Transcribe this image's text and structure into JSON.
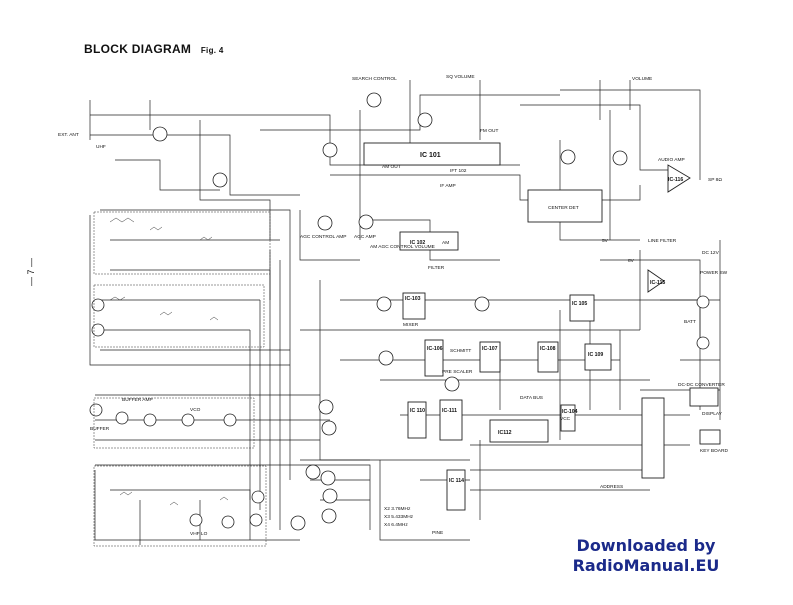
{
  "header": {
    "title": "BLOCK DIAGRAM",
    "fig": "Fig. 4"
  },
  "page_number": "— 7 —",
  "watermark": {
    "line1": "Downloaded by",
    "line2": "RadioManual.EU"
  },
  "ic_blocks": [
    {
      "id": "ic101",
      "label": "IC 101"
    },
    {
      "id": "ic102",
      "label": "IC 102"
    },
    {
      "id": "ic103",
      "label": "IC-103"
    },
    {
      "id": "ic104",
      "label": "IC-104"
    },
    {
      "id": "ic105",
      "label": "IC 105"
    },
    {
      "id": "ic106",
      "label": "IC-106"
    },
    {
      "id": "ic107",
      "label": "IC-107"
    },
    {
      "id": "ic108",
      "label": "IC-108"
    },
    {
      "id": "ic109",
      "label": "IC 109"
    },
    {
      "id": "ic110",
      "label": "IC 110"
    },
    {
      "id": "ic111",
      "label": "IC-111"
    },
    {
      "id": "ic112",
      "label": "IC112"
    },
    {
      "id": "ic114",
      "label": "IC 114"
    },
    {
      "id": "ic115",
      "label": "IC-115"
    },
    {
      "id": "ic116",
      "label": "IC-116"
    }
  ],
  "labels": {
    "ext_ant": "EXT. ANT",
    "search_control": "SEARCH CONTROL",
    "sq_volume": "SQ VOLUME",
    "volume": "VOLUME",
    "fm_out": "FM OUT",
    "am_out": "AM OUT",
    "ift_102": "IFT 102",
    "if_amp": "IF AMP",
    "am": "AM",
    "agc_control_amp": "AGC CONTROL AMP",
    "agc_amp": "AGC AMP",
    "am_agc_control_volume": "AM AGC CONTROL VOLUME",
    "filter": "FILTER",
    "audio_amp": "AUDIO AMP",
    "sp": "SP 8Ω",
    "vhf_lo": "VHF LO",
    "uhf": "UHF",
    "buffer": "BUFFER",
    "buffer_amp": "BUFFER AMP",
    "vco": "VCO",
    "mixer": "MIXER",
    "schmitt": "SCHMITT",
    "prescaler": "PRE SCALER",
    "dc_input": "DC 12V",
    "power_sw": "POWER SW",
    "batt": "BATT",
    "data_bus": "DATA BUS",
    "address": "ADDRESS",
    "dc_dc_converter": "DC-DC CONVERTER",
    "key_board": "KEY BOARD",
    "display": "DISPLAY",
    "reg_5v": "5V",
    "reg_8v": "8V",
    "x2": "X2 3.76MHz",
    "x3": "X3 5.433MHz",
    "x4": "X4 6.4MHz",
    "pine": "PINE",
    "line_filter": "LINE FILTER",
    "center_det": "CENTER DET",
    "vcc": "VCC"
  }
}
